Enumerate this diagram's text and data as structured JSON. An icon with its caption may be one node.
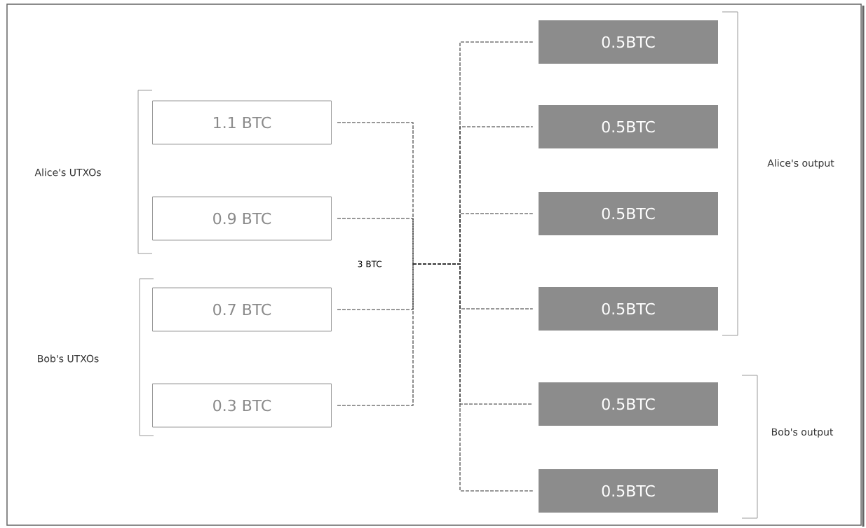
{
  "diagram": {
    "nodes": [
      {
        "text": [
          "1.1 BTC"
        ]
      },
      {
        "text": [
          "0.9 BTC"
        ]
      },
      {
        "text": [
          "0.7 BTC"
        ]
      },
      {
        "text": [
          "0.3 BTC"
        ]
      },
      {
        "text": [
          "3 BTC"
        ]
      },
      {
        "text": [
          "0.5BTC"
        ]
      },
      {
        "text": [
          "0.5BTC"
        ]
      },
      {
        "text": [
          "0.5BTC"
        ]
      },
      {
        "text": [
          "0.5BTC"
        ]
      },
      {
        "text": [
          "0.5BTC"
        ]
      },
      {
        "text": [
          "0.5BTC"
        ]
      }
    ],
    "edges": [
      {
        "from": 0,
        "to": 4,
        "arrow": "none",
        "style": "dashed"
      },
      {
        "from": 1,
        "to": 4,
        "arrow": "none",
        "style": "dashed"
      },
      {
        "from": 2,
        "to": 4,
        "arrow": "none",
        "style": "dashed"
      },
      {
        "from": 3,
        "to": 4,
        "arrow": "none",
        "style": "dashed"
      },
      {
        "from": 4,
        "to": 5,
        "arrow": "none",
        "style": "dashed"
      },
      {
        "from": 4,
        "to": 6,
        "arrow": "none",
        "style": "dashed"
      },
      {
        "from": 4,
        "to": 7,
        "arrow": "none",
        "style": "dashed"
      },
      {
        "from": 4,
        "to": 8,
        "arrow": "none",
        "style": "dashed"
      },
      {
        "from": 4,
        "to": 9,
        "arrow": "none",
        "style": "dashed"
      },
      {
        "from": 4,
        "to": 10,
        "arrow": "none",
        "style": "dashed"
      }
    ],
    "labels": [
      "Alice's UTXOs",
      "Bob's UTXOs",
      "Alice's output",
      "Bob's output"
    ]
  }
}
